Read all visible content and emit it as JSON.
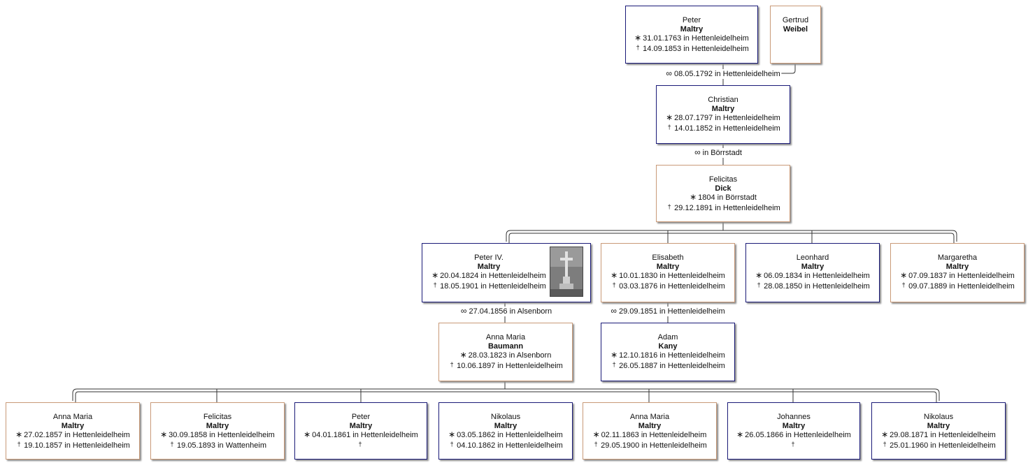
{
  "people": {
    "peter_sr": {
      "first": "Peter",
      "last": "Maltry",
      "birth": "31.01.1763 in Hettenleidelheim",
      "death": "14.09.1853 in Hettenleidelheim"
    },
    "gertrud": {
      "first": "Gertrud",
      "last": "Weibel"
    },
    "christian": {
      "first": "Christian",
      "last": "Maltry",
      "birth": "28.07.1797 in Hettenleidelheim",
      "death": "14.01.1852 in Hettenleidelheim"
    },
    "felicitas_dick": {
      "first": "Felicitas",
      "last": "Dick",
      "birth": "1804 in Börrstadt",
      "death": "29.12.1891 in Hettenleidelheim"
    },
    "peter_iv": {
      "first": "Peter IV.",
      "last": "Maltry",
      "birth": "20.04.1824 in Hettenleidelheim",
      "death": "18.05.1901 in Hettenleidelheim"
    },
    "elisabeth": {
      "first": "Elisabeth",
      "last": "Maltry",
      "birth": "10.01.1830 in Hettenleidelheim",
      "death": "03.03.1876 in Hettenleidelheim"
    },
    "leonhard": {
      "first": "Leonhard",
      "last": "Maltry",
      "birth": "06.09.1834 in Hettenleidelheim",
      "death": "28.08.1850 in Hettenleidelheim"
    },
    "margaretha": {
      "first": "Margaretha",
      "last": "Maltry",
      "birth": "07.09.1837 in Hettenleidelheim",
      "death": "09.07.1889 in Hettenleidelheim"
    },
    "anna_maria_baumann": {
      "first": "Anna Maria",
      "last": "Baumann",
      "birth": "28.03.1823 in Alsenborn",
      "death": "10.06.1897 in Hettenleidelheim"
    },
    "adam_kany": {
      "first": "Adam",
      "last": "Kany",
      "birth": "12.10.1816 in Hettenleidelheim",
      "death": "26.05.1887 in Hettenleidelheim"
    },
    "anna_maria_1857": {
      "first": "Anna Maria",
      "last": "Maltry",
      "birth": "27.02.1857 in Hettenleidelheim",
      "death": "19.10.1857 in Hettenleidelheim"
    },
    "felicitas_1858": {
      "first": "Felicitas",
      "last": "Maltry",
      "birth": "30.09.1858 in Hettenleidelheim",
      "death": "19.05.1893 in Wattenheim"
    },
    "peter_1861": {
      "first": "Peter",
      "last": "Maltry",
      "birth": "04.01.1861 in Hettenleidelheim",
      "death": ""
    },
    "nikolaus_1862": {
      "first": "Nikolaus",
      "last": "Maltry",
      "birth": "03.05.1862 in Hettenleidelheim",
      "death": "04.10.1862 in Hettenleidelheim"
    },
    "anna_maria_1863": {
      "first": "Anna Maria",
      "last": "Maltry",
      "birth": "02.11.1863 in Hettenleidelheim",
      "death": "29.05.1900 in Hettenleidelheim"
    },
    "johannes_1866": {
      "first": "Johannes",
      "last": "Maltry",
      "birth": "26.05.1866 in Hettenleidelheim",
      "death": ""
    },
    "nikolaus_1871": {
      "first": "Nikolaus",
      "last": "Maltry",
      "birth": "29.08.1871 in Hettenleidelheim",
      "death": "25.01.1960 in Hettenleidelheim"
    }
  },
  "marriages": {
    "peter_gertrud": "08.05.1792 in Hettenleidelheim",
    "christian_felicitas": "in Börrstadt",
    "peter_iv_anna_maria": "27.04.1856 in Alsenborn",
    "elisabeth_adam": "29.09.1851 in Hettenleidelheim"
  },
  "symbols": {
    "birth": "∗",
    "death": "†",
    "marriage": "∞"
  },
  "colors": {
    "male_border": "#1a1a78",
    "female_border": "#c99a78",
    "connector": "#333333"
  }
}
